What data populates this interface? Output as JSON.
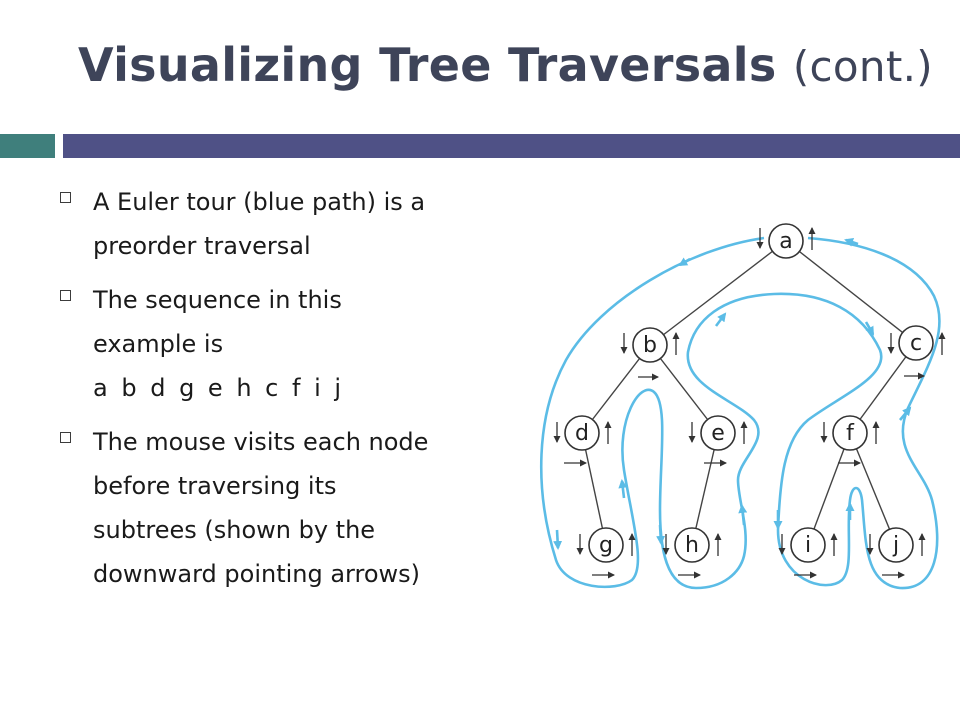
{
  "slide": {
    "title_main": "Visualizing Tree Traversals",
    "title_suffix": "(cont.)",
    "bullets": [
      {
        "lines": [
          "A Euler tour (blue path) is a",
          "preorder traversal"
        ]
      },
      {
        "lines": [
          "The sequence in this",
          "example is",
          "a b d g e h c f i j"
        ]
      },
      {
        "lines": [
          "The mouse visits each node",
          "before traversing its",
          "subtrees (shown by the",
          "downward pointing arrows)"
        ]
      }
    ]
  },
  "tree": {
    "nodes": [
      "a",
      "b",
      "c",
      "d",
      "e",
      "f",
      "g",
      "h",
      "i",
      "j"
    ],
    "edges": [
      [
        "a",
        "b"
      ],
      [
        "a",
        "c"
      ],
      [
        "b",
        "d"
      ],
      [
        "b",
        "e"
      ],
      [
        "d",
        "g"
      ],
      [
        "e",
        "h"
      ],
      [
        "c",
        "f"
      ],
      [
        "f",
        "i"
      ],
      [
        "f",
        "j"
      ]
    ],
    "colors": {
      "path": "#5bbce6",
      "node_stroke": "#333333",
      "arrow": "#333333"
    }
  }
}
